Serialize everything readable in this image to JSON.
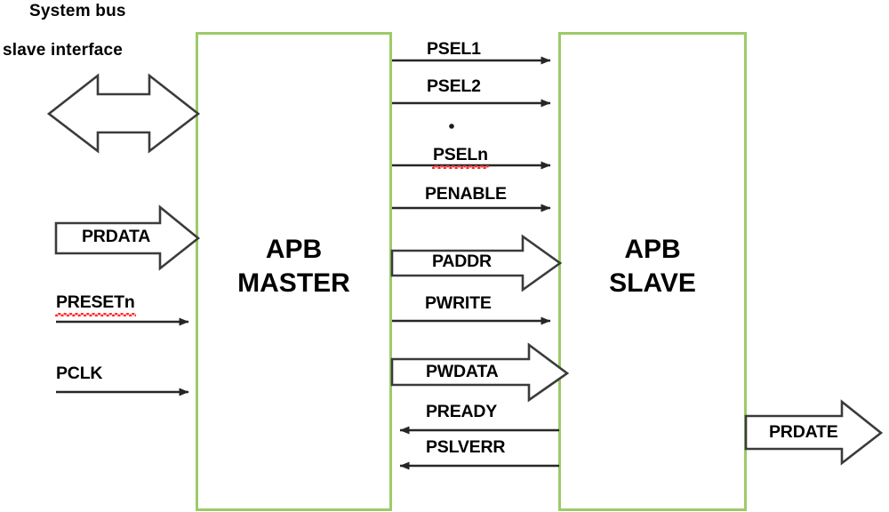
{
  "diagram": {
    "title_lines": [
      "System bus",
      "slave  interface"
    ],
    "colors": {
      "box_border": "#9CCB67",
      "line": "#262626",
      "arrow_outline": "#3B3B3B",
      "text": "#000000",
      "spellcheck_underline": "#FF2A2A",
      "background": "#FFFFFF"
    },
    "blocks": [
      {
        "id": "master",
        "label_line1": "APB",
        "label_line2": "MASTER"
      },
      {
        "id": "slave",
        "label_line1": "APB",
        "label_line2": "SLAVE"
      }
    ],
    "left_ports": [
      {
        "name": "system-bus-bidirectional",
        "label": "",
        "style": "double-block-arrow",
        "direction": "both"
      },
      {
        "name": "prdata-in",
        "label": "PRDATA",
        "style": "block-arrow",
        "direction": "right"
      },
      {
        "name": "presetn-in",
        "label": "PRESETn",
        "style": "line-arrow",
        "direction": "right",
        "spellcheck": true
      },
      {
        "name": "pclk-in",
        "label": "PCLK",
        "style": "line-arrow",
        "direction": "right",
        "spellcheck": false
      }
    ],
    "bus_signals": [
      {
        "label": "PSEL1",
        "style": "line-arrow",
        "direction": "right",
        "spellcheck": false
      },
      {
        "label": "PSEL2",
        "style": "line-arrow",
        "direction": "right",
        "spellcheck": false
      },
      {
        "label": ".",
        "style": "ellipsis-dot",
        "direction": "none",
        "spellcheck": false
      },
      {
        "label": "PSELn",
        "style": "line-arrow",
        "direction": "right",
        "spellcheck": true
      },
      {
        "label": "PENABLE",
        "style": "line-arrow",
        "direction": "right",
        "spellcheck": false
      },
      {
        "label": "PADDR",
        "style": "block-arrow",
        "direction": "right",
        "spellcheck": false
      },
      {
        "label": "PWRITE",
        "style": "line-arrow",
        "direction": "right",
        "spellcheck": false
      },
      {
        "label": "PWDATA",
        "style": "block-arrow",
        "direction": "right",
        "spellcheck": false
      },
      {
        "label": "PREADY",
        "style": "line-arrow",
        "direction": "left",
        "spellcheck": false
      },
      {
        "label": "PSLVERR",
        "style": "line-arrow",
        "direction": "left",
        "spellcheck": false
      }
    ],
    "right_ports": [
      {
        "name": "prdate-out",
        "label": "PRDATE",
        "style": "block-arrow",
        "direction": "right"
      }
    ]
  }
}
